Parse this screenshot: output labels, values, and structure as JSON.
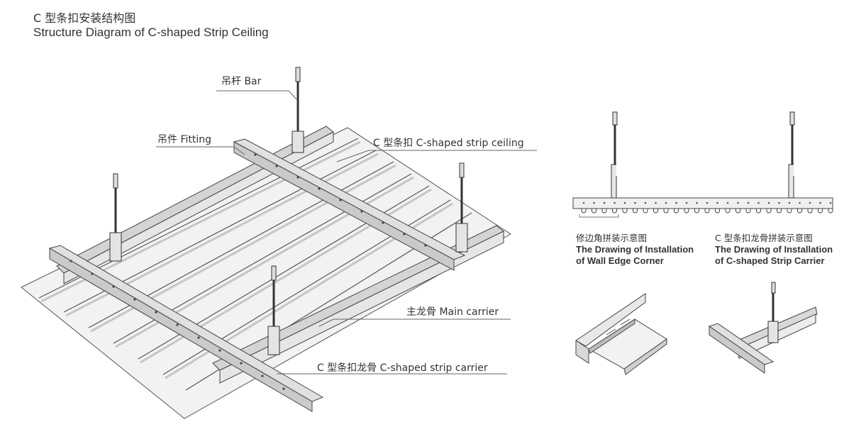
{
  "title": {
    "cn": "C 型条扣安装结构图",
    "en": "Structure Diagram of C-shaped Strip Ceiling"
  },
  "main_diagram": {
    "labels": {
      "bar": "吊杆  Bar",
      "fitting": "吊件  Fitting",
      "strip_ceiling": "C 型条扣  C-shaped strip ceiling",
      "main_carrier": "主龙骨   Main carrier",
      "strip_carrier": "C 型条扣龙骨  C-shaped strip carrier"
    }
  },
  "side_diagrams": {
    "wall_edge": {
      "cn": "修边角拼装示意图",
      "en_line1": "The Drawing of Installation",
      "en_line2": "of Wall Edge Corner"
    },
    "strip_carrier": {
      "cn": "C 型条扣龙骨拼装示意图",
      "en_line1": "The Drawing of Installation",
      "en_line2": "of C-shaped Strip Carrier"
    }
  },
  "colors": {
    "line": "#444444",
    "fill_light": "#e9e9e9",
    "fill_mid": "#cfcfcf",
    "leader": "#666666"
  }
}
